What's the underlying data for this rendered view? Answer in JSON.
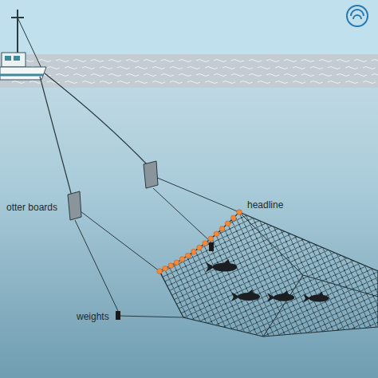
{
  "diagram": {
    "labels": [
      "otter boards",
      "headline",
      "weights"
    ]
  }
}
